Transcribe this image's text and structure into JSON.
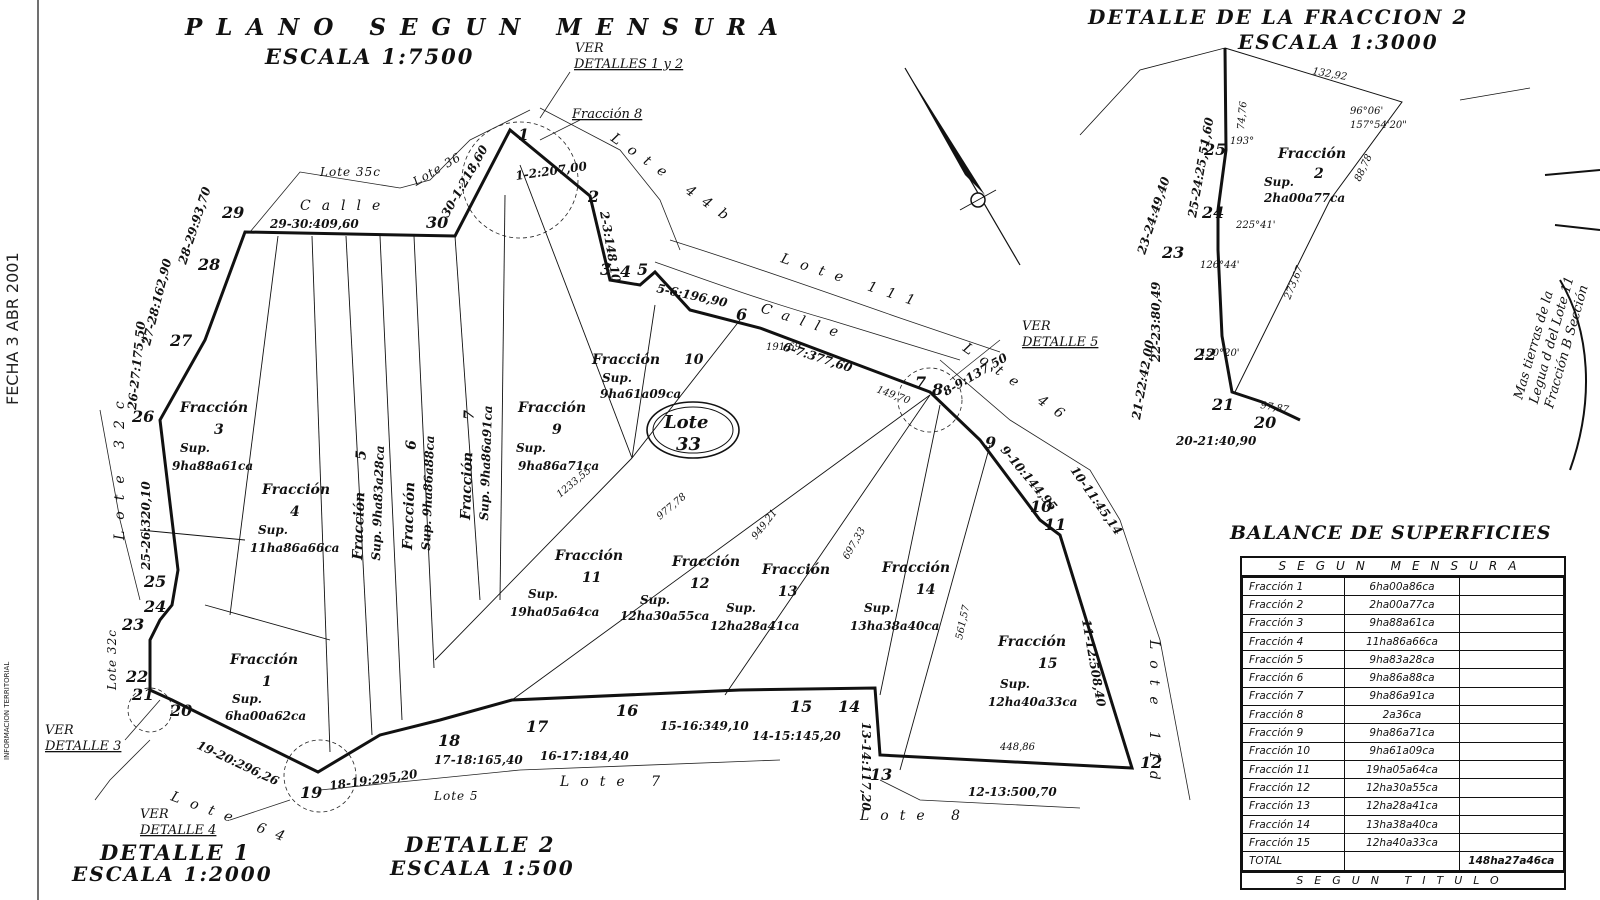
{
  "titles": {
    "main": "PLANO SEGUN MENSURA",
    "main_scale": "ESCALA 1:7500",
    "detail2_title": "DETALLE DE LA FRACCION 2",
    "detail2_scale": "ESCALA 1:3000",
    "detalle1": "DETALLE 1",
    "detalle1_scale": "ESCALA 1:2000",
    "detalle2": "DETALLE 2",
    "detalle2_scale": "ESCALA 1:500"
  },
  "margin": {
    "date_stamp": "FECHA 3 ABR 2001",
    "institution": "INFORMACION TERRITORIAL"
  },
  "notes": {
    "ver_detalles": [
      "VER",
      "DETALLES 1 y 2"
    ],
    "ver_detalle5": [
      "VER",
      "DETALLE 5"
    ],
    "ver_detalle3": [
      "VER",
      "DETALLE 3"
    ],
    "ver_detalle4": [
      "VER",
      "DETALLE 4"
    ],
    "fraccion8": "Fracción 8",
    "lote33": [
      "Lote",
      "33"
    ],
    "mas_tierras": [
      "Mas tierras de la",
      "Legua d del Lote 11",
      "Fracción B Sección"
    ]
  },
  "vertices": [
    "1",
    "2",
    "3",
    "4",
    "5",
    "6",
    "7",
    "8",
    "9",
    "10",
    "11",
    "12",
    "13",
    "14",
    "15",
    "16",
    "17",
    "18",
    "19",
    "20",
    "21",
    "22",
    "23",
    "24",
    "25",
    "26",
    "27",
    "28",
    "29",
    "30"
  ],
  "fractions": [
    {
      "name": "Fracción",
      "num": "1",
      "sup": "Sup.",
      "area": "6ha00a62ca"
    },
    {
      "name": "Fracción",
      "num": "3",
      "sup": "Sup.",
      "area": "9ha88a61ca"
    },
    {
      "name": "Fracción",
      "num": "4",
      "sup": "Sup.",
      "area": "11ha86a66ca"
    },
    {
      "name": "Fracción",
      "num": "5",
      "sup": "Sup.",
      "area": "9ha83a28ca"
    },
    {
      "name": "Fracción",
      "num": "6",
      "sup": "Sup.",
      "area": "9ha86a88ca"
    },
    {
      "name": "Fracción",
      "num": "7",
      "sup": "Sup.",
      "area": "9ha86a91ca"
    },
    {
      "name": "Fracción",
      "num": "9",
      "sup": "Sup.",
      "area": "9ha86a71ca"
    },
    {
      "name": "Fracción",
      "num": "10",
      "sup": "Sup.",
      "area": "9ha61a09ca"
    },
    {
      "name": "Fracción",
      "num": "11",
      "sup": "Sup.",
      "area": "19ha05a64ca"
    },
    {
      "name": "Fracción",
      "num": "12",
      "sup": "Sup.",
      "area": "12ha30a55ca"
    },
    {
      "name": "Fracción",
      "num": "13",
      "sup": "Sup.",
      "area": "12ha28a41ca"
    },
    {
      "name": "Fracción",
      "num": "14",
      "sup": "Sup.",
      "area": "13ha38a40ca"
    },
    {
      "name": "Fracción",
      "num": "15",
      "sup": "Sup.",
      "area": "12ha40a33ca"
    },
    {
      "name": "Fracción",
      "num": "2",
      "sup": "Sup.",
      "area": "2ha00a77ca"
    }
  ],
  "lots": [
    "Lote 35c",
    "Lote 36",
    "Calle",
    "Lote 44b",
    "Lote 111",
    "Calle",
    "Lote 46",
    "Lote 32c",
    "Lote 32c",
    "Lote 7",
    "Lote 8",
    "Lote 5",
    "Lote 64",
    "Lote 11d"
  ],
  "segments": [
    "29-30:409,60",
    "1-2:207,00",
    "30-1:218,60",
    "2-3:148,10",
    "5-6:196,90",
    "6-7:377,60",
    "8-9:137,50",
    "9-10:144,95",
    "10-11:45,14",
    "11-12:508,40",
    "12-13:500,70",
    "13-14:117,20",
    "14-15:145,20",
    "15-16:349,10",
    "16-17:184,40",
    "17-18:165,40",
    "18-19:295,20",
    "19-20:296,26",
    "25-26:320,10",
    "26-27:175,50",
    "27-28:162,90",
    "28-29:93,70"
  ],
  "measures": [
    "1233,55",
    "977,78",
    "949,21",
    "697,33",
    "561,57",
    "448,86",
    "191,69",
    "149,70",
    "132,92",
    "273,67",
    "97,87",
    "88,78",
    "74,76"
  ],
  "detail2_segments": [
    "25-24:25,51,60",
    "23-24:49,40",
    "22-23:80,49",
    "21-22:42,00",
    "20-21:40,90"
  ],
  "detail2_angles": [
    "193°",
    "225°41'",
    "126°44'",
    "150°20'",
    "96°06'",
    "157°54'20\""
  ],
  "balance": {
    "title": "BALANCE DE SUPERFICIES",
    "header": "SEGUN MENSURA",
    "rows": [
      [
        "Fracción 1",
        "6ha00a86ca"
      ],
      [
        "Fracción 2",
        "2ha00a77ca"
      ],
      [
        "Fracción 3",
        "9ha88a61ca"
      ],
      [
        "Fracción 4",
        "11ha86a66ca"
      ],
      [
        "Fracción 5",
        "9ha83a28ca"
      ],
      [
        "Fracción 6",
        "9ha86a88ca"
      ],
      [
        "Fracción 7",
        "9ha86a91ca"
      ],
      [
        "Fracción 8",
        "2a36ca"
      ],
      [
        "Fracción 9",
        "9ha86a71ca"
      ],
      [
        "Fracción 10",
        "9ha61a09ca"
      ],
      [
        "Fracción 11",
        "19ha05a64ca"
      ],
      [
        "Fracción 12",
        "12ha30a55ca"
      ],
      [
        "Fracción 13",
        "12ha28a41ca"
      ],
      [
        "Fracción 14",
        "13ha38a40ca"
      ],
      [
        "Fracción 15",
        "12ha40a33ca"
      ]
    ],
    "total_label": "TOTAL",
    "total_value": "148ha27a46ca",
    "footer": "SEGUN TITULO"
  }
}
